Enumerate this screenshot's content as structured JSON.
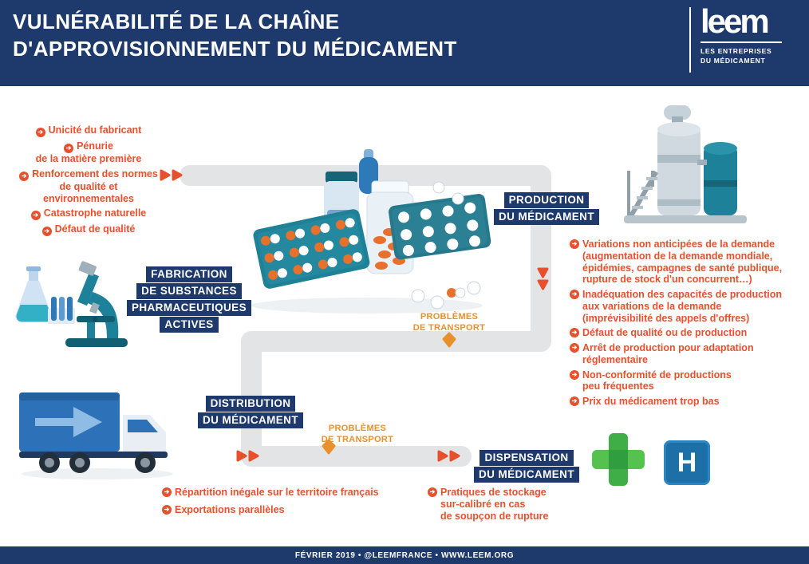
{
  "header": {
    "title": "VULNÉRABILITÉ DE LA CHAÎNE\nD'APPROVISIONNEMENT DU MÉDICAMENT",
    "logo_name": "leem",
    "logo_subtitle": "LES ENTREPRISES\nDU MÉDICAMENT"
  },
  "colors": {
    "navy": "#1e3a6d",
    "red": "#e8502d",
    "orange": "#e8912c",
    "path_gray": "#e3e4e5",
    "teal": "#1d8299",
    "green": "#43b049",
    "hospital_blue": "#1d6fa8"
  },
  "stages": {
    "fabrication": [
      "FABRICATION",
      "DE SUBSTANCES",
      "PHARMACEUTIQUES",
      "ACTIVES"
    ],
    "production": [
      "PRODUCTION",
      "DU MÉDICAMENT"
    ],
    "distribution": [
      "DISTRIBUTION",
      "DU MÉDICAMENT"
    ],
    "dispensation": [
      "DISPENSATION",
      "DU MÉDICAMENT"
    ]
  },
  "transport_label": "PROBLÈMES\nDE TRANSPORT",
  "risks": {
    "fabrication": [
      "Unicité du fabricant",
      "Pénurie\nde la matière première",
      "Renforcement des normes\nde qualité et\nenvironnementales",
      "Catastrophe naturelle",
      "Défaut de qualité"
    ],
    "production": [
      "Variations non anticipées de la demande\n(augmentation de la demande mondiale,\népidémies, campagnes de santé publique,\nrupture de stock d'un concurrent…)",
      "Inadéquation des capacités de production\naux variations de la demande\n(imprévisibilité des appels d'offres)",
      "Défaut de qualité ou de production",
      "Arrêt de production pour adaptation\nréglementaire",
      "Non-conformité de productions\npeu fréquentes",
      "Prix du médicament trop bas"
    ],
    "distribution": [
      "Répartition inégale sur le territoire français",
      "Exportations parallèles"
    ],
    "dispensation": [
      "Pratiques de stockage\nsur-calibré en cas\nde soupçon de rupture"
    ]
  },
  "icons": {
    "bullet_arrow": "➔",
    "hospital_letter": "H"
  },
  "footer": {
    "text": "FÉVRIER 2019 • @LEEMFRANCE • WWW.LEEM.ORG"
  }
}
